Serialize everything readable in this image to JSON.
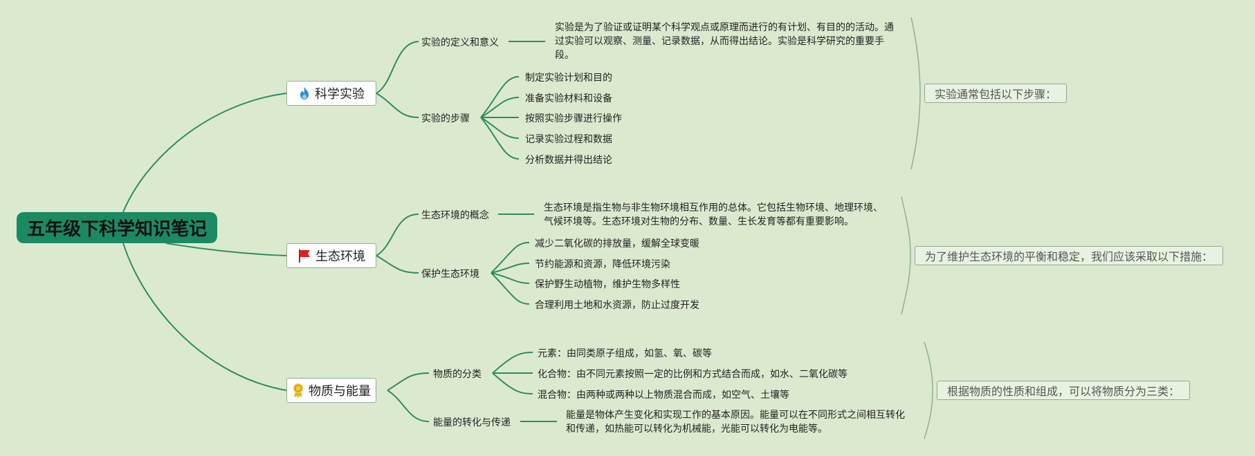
{
  "root": {
    "title": "五年级下科学知识笔记"
  },
  "branches": [
    {
      "label": "科学实验",
      "icon": "flame-icon",
      "subs": [
        {
          "label": "实验的定义和意义",
          "desc": "实验是为了验证或证明某个科学观点或原理而进行的有计划、有目的的活动。通过实验可以观察、测量、记录数据，从而得出结论。实验是科学研究的重要手段。"
        },
        {
          "label": "实验的步骤",
          "leaves": [
            "制定实验计划和目的",
            "准备实验材料和设备",
            "按照实验步骤进行操作",
            "记录实验过程和数据",
            "分析数据并得出结论"
          ]
        }
      ],
      "summary": "实验通常包括以下步骤："
    },
    {
      "label": "生态环境",
      "icon": "red-flag-icon",
      "subs": [
        {
          "label": "生态环境的概念",
          "desc": "生态环境是指生物与非生物环境相互作用的总体。它包括生物环境、地理环境、气候环境等。生态环境对生物的分布、数量、生长发育等都有重要影响。"
        },
        {
          "label": "保护生态环境",
          "leaves": [
            "减少二氧化碳的排放量，缓解全球变暖",
            "节约能源和资源，降低环境污染",
            "保护野生动植物，维护生物多样性",
            "合理利用土地和水资源，防止过度开发"
          ]
        }
      ],
      "summary": "为了维护生态环境的平衡和稳定，我们应该采取以下措施："
    },
    {
      "label": "物质与能量",
      "icon": "award-medal-icon",
      "subs": [
        {
          "label": "物质的分类",
          "leaves": [
            "元素：由同类原子组成，如氢、氧、碳等",
            "化合物：由不同元素按照一定的比例和方式结合而成，如水、二氧化碳等",
            "混合物：由两种或两种以上物质混合而成，如空气、土壤等"
          ]
        },
        {
          "label": "能量的转化与传递",
          "desc": "能量是物体产生变化和实现工作的基本原因。能量可以在不同形式之间相互转化和传递，如热能可以转化为机械能，光能可以转化为电能等。"
        }
      ],
      "summary": "根据物质的性质和组成，可以将物质分为三类："
    }
  ],
  "colors": {
    "line": "#2f8a62",
    "root_bg": "#1b8a63",
    "bg": "#dbeacf",
    "bracket": "#8fb08f"
  }
}
